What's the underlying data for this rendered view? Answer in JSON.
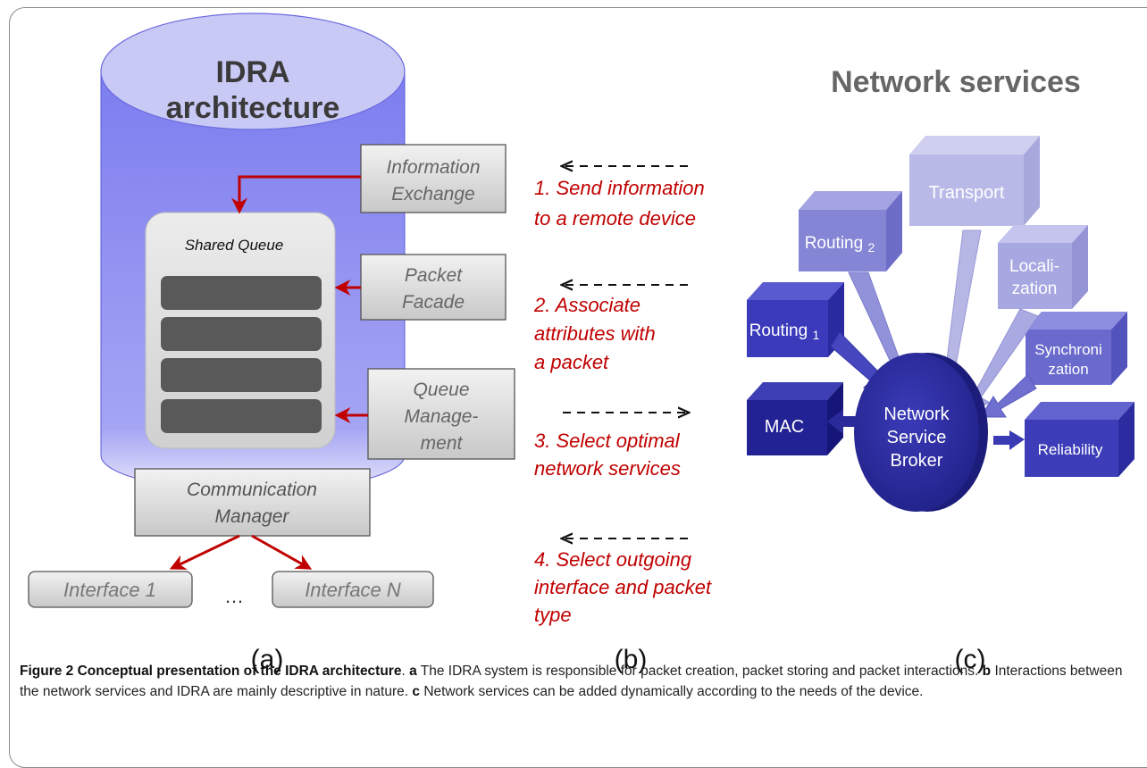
{
  "panel_a": {
    "cylinder_title_1": "IDRA",
    "cylinder_title_2": "architecture",
    "shared_queue": "Shared Queue",
    "info_exchange_1": "Information",
    "info_exchange_2": "Exchange",
    "packet_facade_1": "Packet",
    "packet_facade_2": "Facade",
    "queue_mgmt_1": "Queue",
    "queue_mgmt_2": "Manage-",
    "queue_mgmt_3": "ment",
    "comm_manager_1": "Communication",
    "comm_manager_2": "Manager",
    "interface_1": "Interface 1",
    "ellipsis": "…",
    "interface_n": "Interface N",
    "label": "(a)"
  },
  "panel_b": {
    "step1_1": "1. Send information",
    "step1_2": "to a remote device",
    "step2_1": "2. Associate",
    "step2_2": "attributes with",
    "step2_3": "a packet",
    "step3_1": "3. Select optimal",
    "step3_2": "network services",
    "step4_1": "4. Select outgoing",
    "step4_2": "interface and packet",
    "step4_3": "type",
    "label": "(b)"
  },
  "panel_c": {
    "title": "Network services",
    "transport": "Transport",
    "routing2": "Routing",
    "routing2_sub": "2",
    "localization_1": "Locali-",
    "localization_2": "zation",
    "routing1": "Routing",
    "routing1_sub": "1",
    "sync_1": "Synchroni",
    "sync_2": "zation",
    "mac": "MAC",
    "reliability": "Reliability",
    "broker_1": "Network",
    "broker_2": "Service",
    "broker_3": "Broker",
    "label": "(c)"
  },
  "caption": {
    "title": "Figure 2 Conceptual presentation of the IDRA architecture",
    "tail": ".",
    "a_letter": "a",
    "a_text": "The IDRA system is responsible for packet creation, packet storing and packet interactions.",
    "b_letter": "b",
    "b_text": "Interactions between the network services and IDRA are mainly descriptive in nature.",
    "c_letter": "c",
    "c_text": "Network services can be added dynamically according to the needs of the device."
  },
  "colors": {
    "cylinder_top": "#c9c9f5",
    "cylinder_body": "#8080ee",
    "red_arrow": "#c00000",
    "step_text": "#c00000",
    "service_dark": "#2b2b99",
    "service_light": "#a6a6dd"
  }
}
